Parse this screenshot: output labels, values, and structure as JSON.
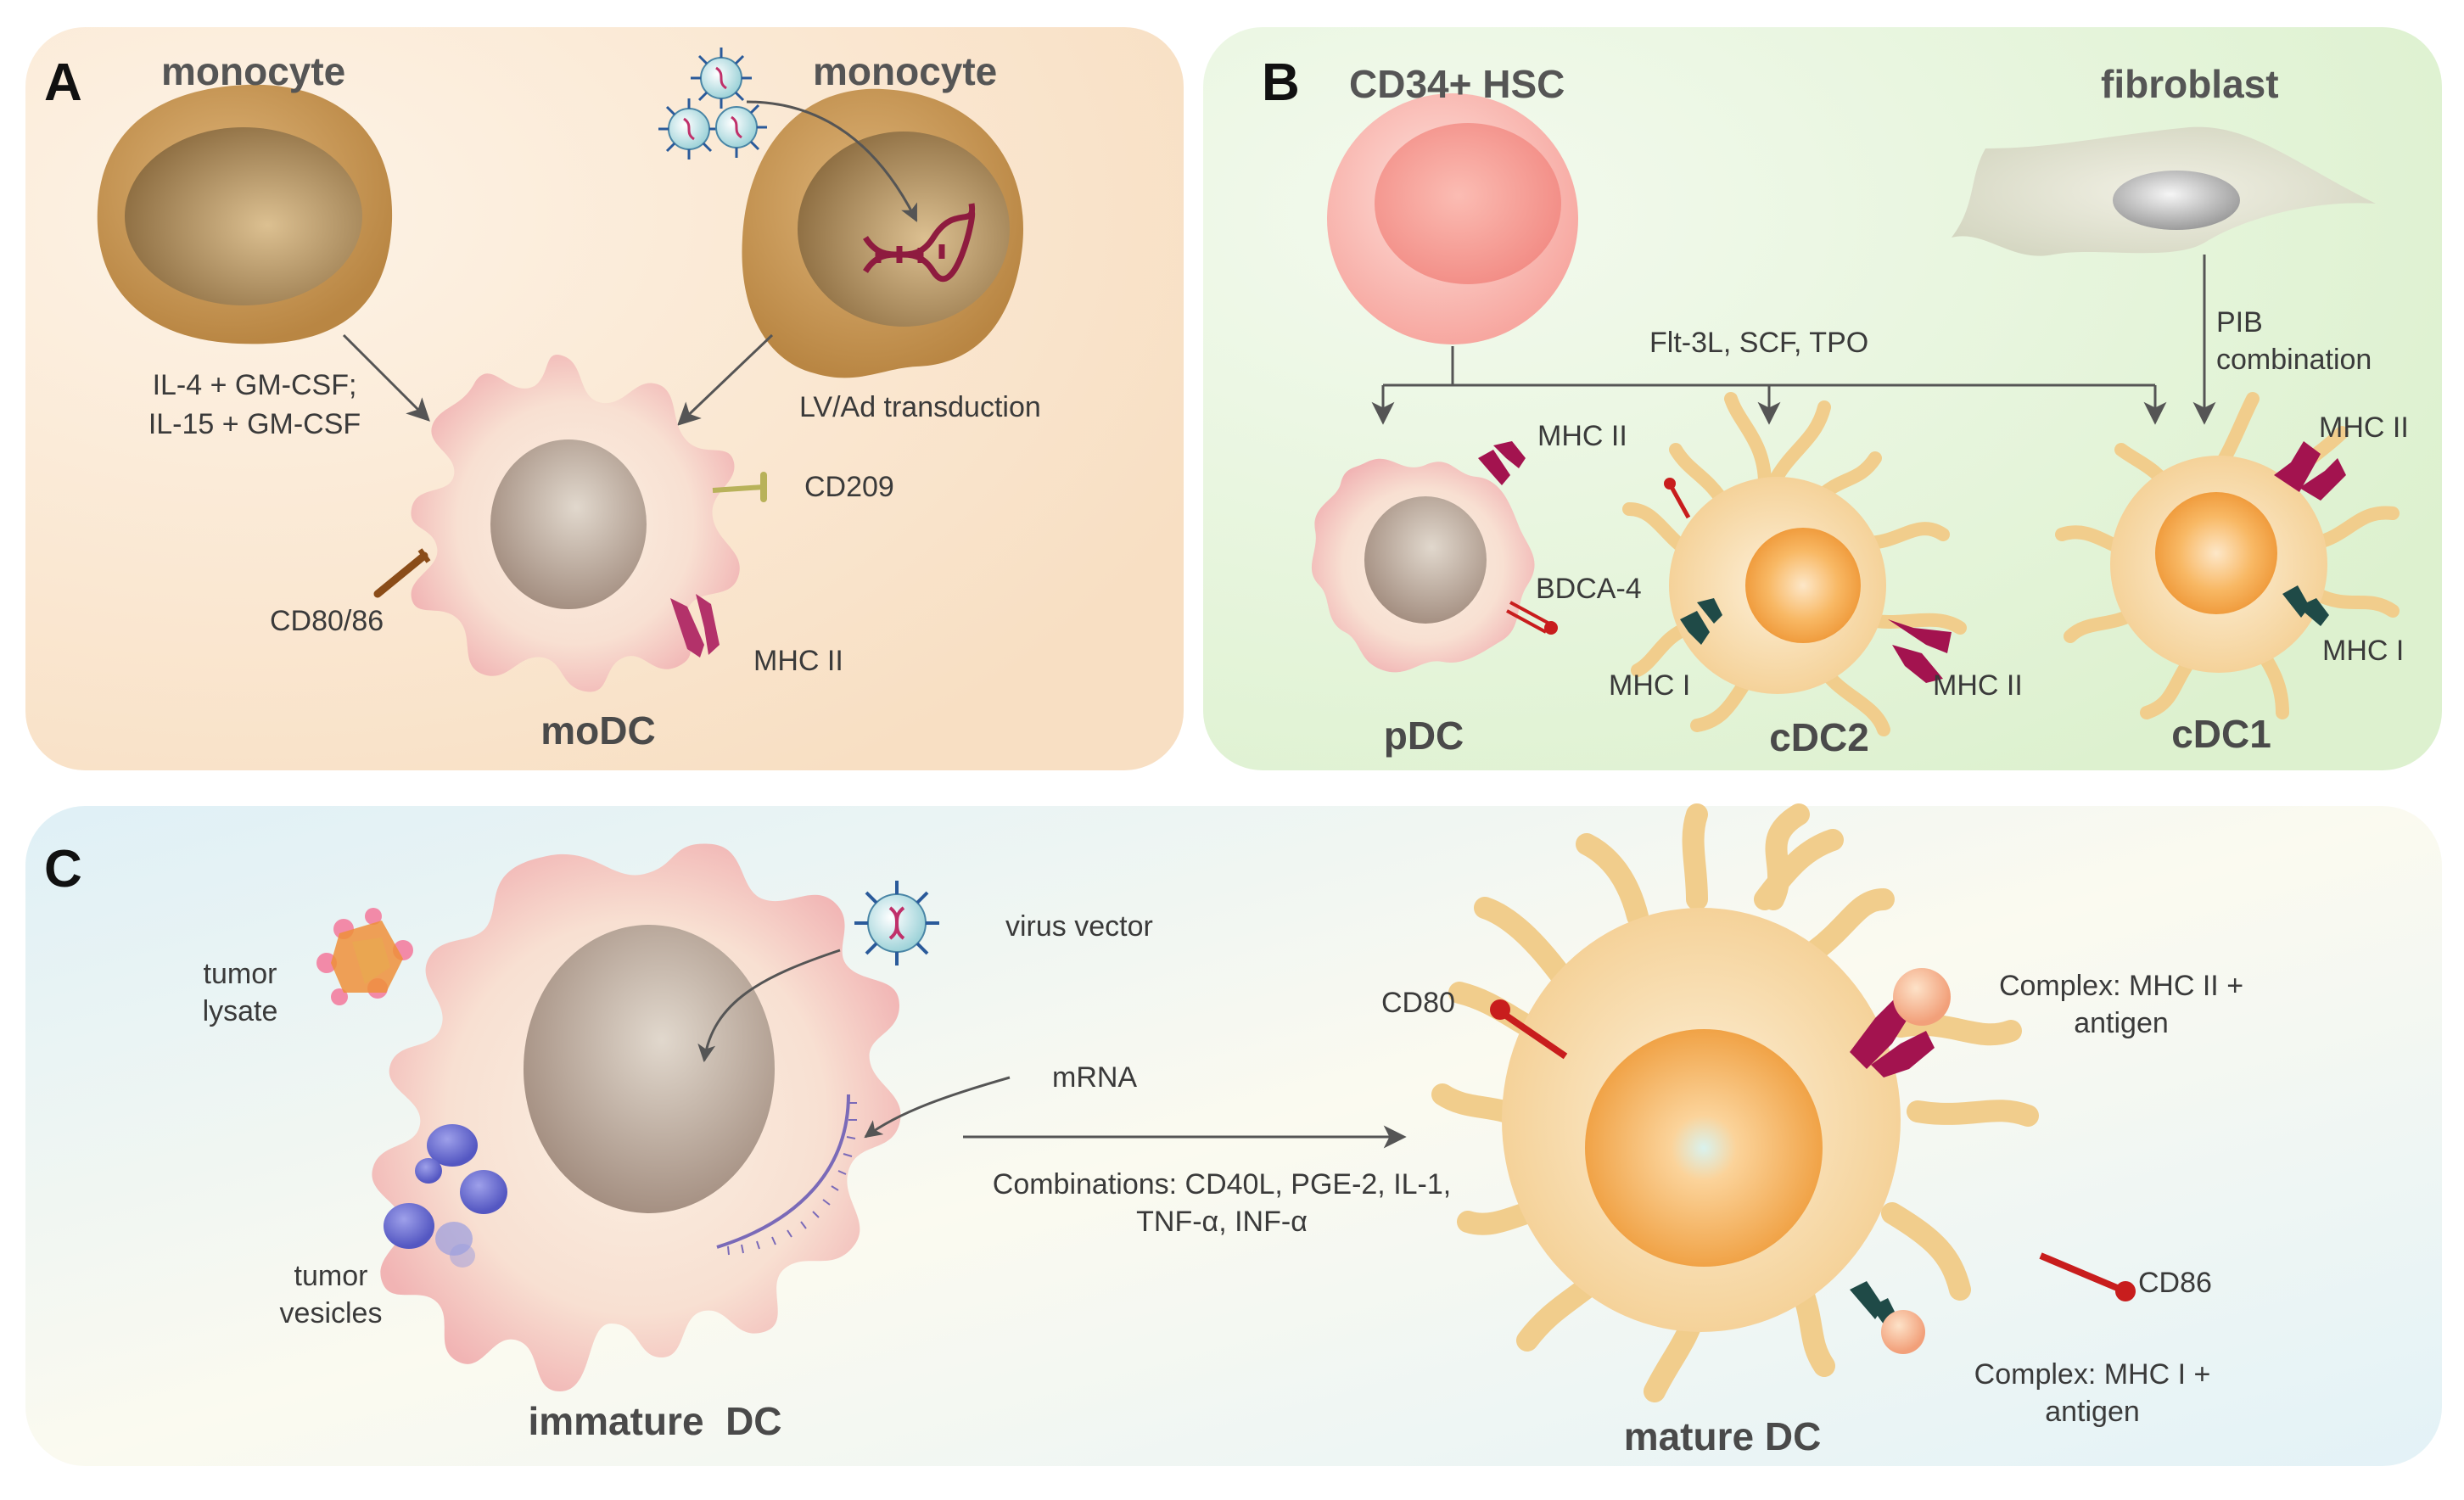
{
  "panel_a": {
    "letter": "A",
    "monocyte_left_title": "monocyte",
    "monocyte_right_title": "monocyte",
    "cytokine_line1": "IL-4 + GM-CSF;",
    "cytokine_line2": "IL-15 + GM-CSF",
    "transduction": "LV/Ad transduction",
    "cd209": "CD209",
    "cd80_86": "CD80/86",
    "mhc2": "MHC II",
    "modc": "moDC"
  },
  "panel_b": {
    "letter": "B",
    "hsc_title": "CD34+ HSC",
    "fibroblast_title": "fibroblast",
    "growth_factors": "Flt-3L, SCF, TPO",
    "pib_line1": "PIB",
    "pib_line2": "combination",
    "pdc_mhc2": "MHC II",
    "bdca4": "BDCA-4",
    "cdc2_mhc1": "MHC I",
    "cdc2_mhc2": "MHC II",
    "cdc1_mhc2": "MHC II",
    "cdc1_mhc1": "MHC I",
    "pdc": "pDC",
    "cdc2": "cDC2",
    "cdc1": "cDC1"
  },
  "panel_c": {
    "letter": "C",
    "tumor_lysate_line1": "tumor",
    "tumor_lysate_line2": "lysate",
    "tumor_vesicles_line1": "tumor",
    "tumor_vesicles_line2": "vesicles",
    "virus_vector": "virus vector",
    "mrna": "mRNA",
    "combinations_line1": "Combinations: CD40L, PGE-2, IL-1,",
    "combinations_line2": "TNF-α, INF-α",
    "cd80": "CD80",
    "cd86": "CD86",
    "complex_mhc2_line1": "Complex: MHC II +",
    "complex_mhc2_line2": "antigen",
    "complex_mhc1_line1": "Complex: MHC I +",
    "complex_mhc1_line2": "antigen",
    "immature_dc": "immature  DC",
    "mature_dc": "mature DC"
  },
  "colors": {
    "panel_a_bg": "#fbead4",
    "panel_b_bg": "#e9f6df",
    "panel_c_bg": "#e4f2f6",
    "mhc2_magenta": "#a3134f",
    "mhc1_teal": "#1f4a47",
    "cd_red": "#c81d1d",
    "dc_orange": "#f2a64a",
    "arrow_gray": "#555555"
  }
}
